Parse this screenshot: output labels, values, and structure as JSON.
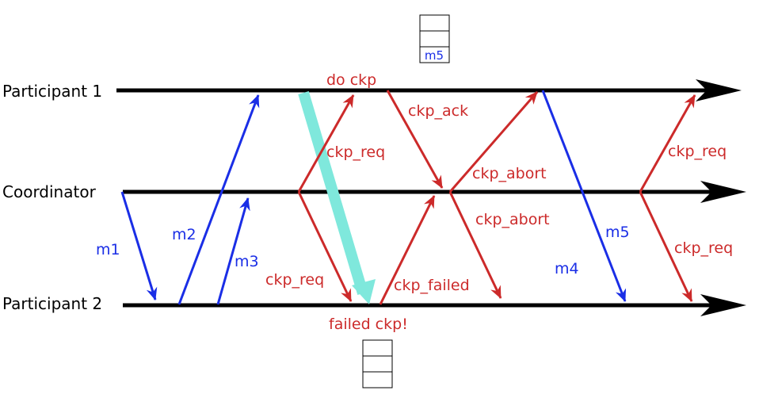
{
  "colors": {
    "app": "#1a2ee6",
    "protocol": "#cc2a2a",
    "cut": "#7fe8dc",
    "axis": "#000000"
  },
  "processes": {
    "p1": "Participant 1",
    "coord": "Coordinator",
    "p2": "Participant 2"
  },
  "app_messages": {
    "m1": "m1",
    "m2": "m2",
    "m3": "m3",
    "m4": "m4",
    "m5": "m5"
  },
  "protocol_messages": {
    "ckp_req_1": "ckp_req",
    "ckp_req_2": "ckp_req",
    "ckp_ack": "ckp_ack",
    "ckp_failed": "ckp_failed",
    "ckp_abort_1": "ckp_abort",
    "ckp_abort_2": "ckp_abort",
    "ckp_req_3": "ckp_req",
    "ckp_req_4": "ckp_req"
  },
  "events": {
    "do_ckp": "do ckp",
    "failed_ckp": "failed ckp!"
  },
  "checkpoint_box": {
    "logged_message": "m5"
  }
}
